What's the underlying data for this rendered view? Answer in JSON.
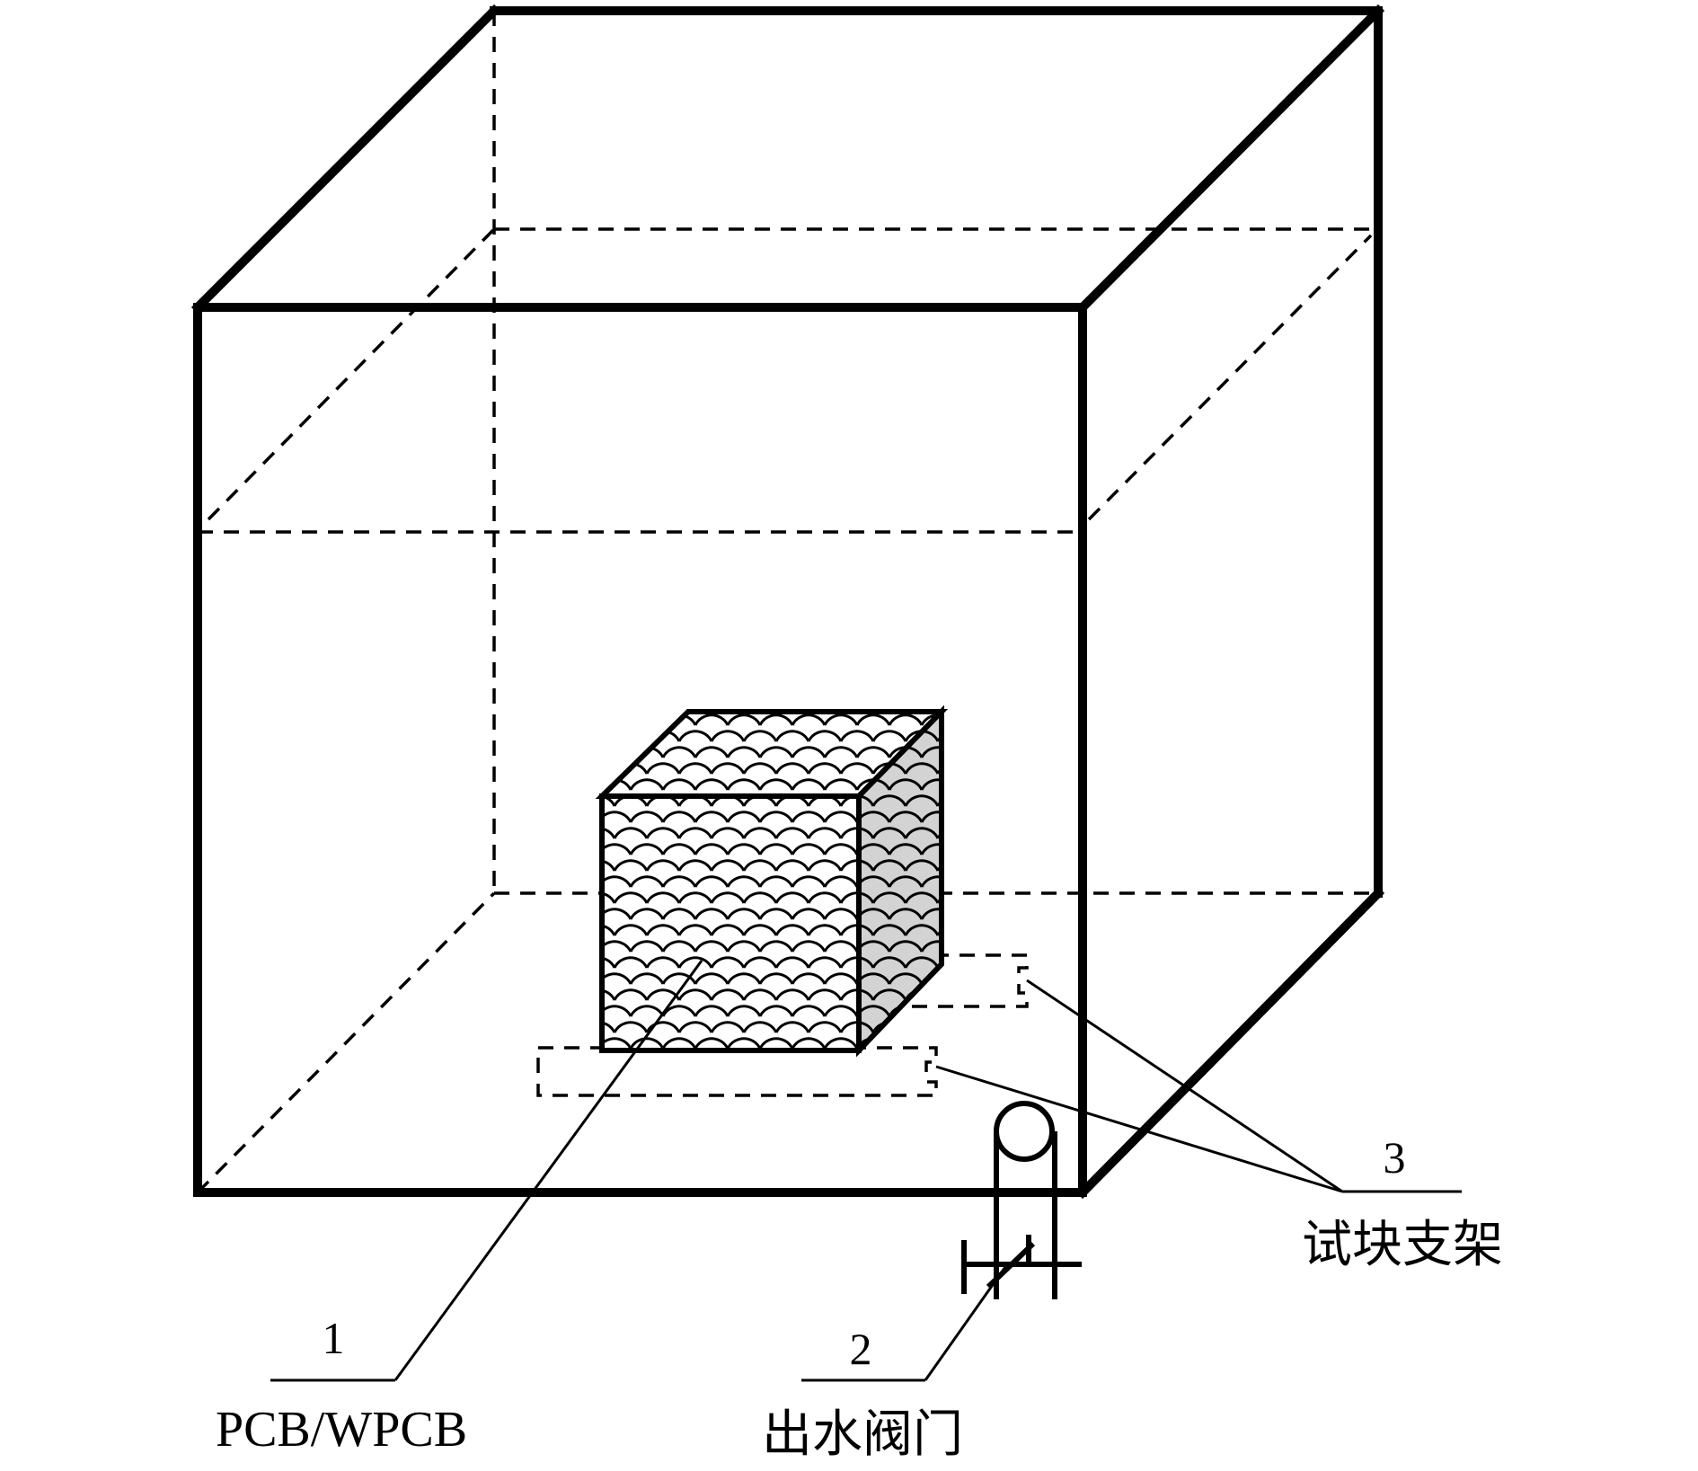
{
  "labels": {
    "specimen": {
      "number": "1",
      "text": "PCB/WPCB"
    },
    "valve": {
      "number": "2",
      "text": "出水阀门"
    },
    "support": {
      "number": "3",
      "text": "试块支架"
    }
  },
  "colors": {
    "outline": "#000000",
    "specimen_side": "#d3d3d3",
    "background": "#ffffff"
  }
}
